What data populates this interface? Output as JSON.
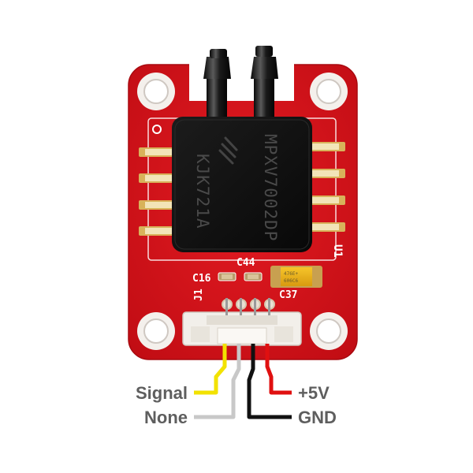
{
  "chip": {
    "part_number": "MPXV7002DP",
    "lot_code": "KJK721A"
  },
  "silkscreen": {
    "u1": "U1",
    "c44": "C44",
    "c16": "C16",
    "c37": "C37",
    "j1": "J1"
  },
  "capacitor": {
    "line1": "476E+",
    "line2": "606C6"
  },
  "wires": [
    {
      "label": "Signal",
      "color": "#f2e200"
    },
    {
      "label": "None",
      "color": "#c8c8c8"
    },
    {
      "label": "+5V",
      "color": "#e01010"
    },
    {
      "label": "GND",
      "color": "#111111"
    }
  ],
  "colors": {
    "board": "#d9141c",
    "label_text": "#5e5e5e"
  }
}
